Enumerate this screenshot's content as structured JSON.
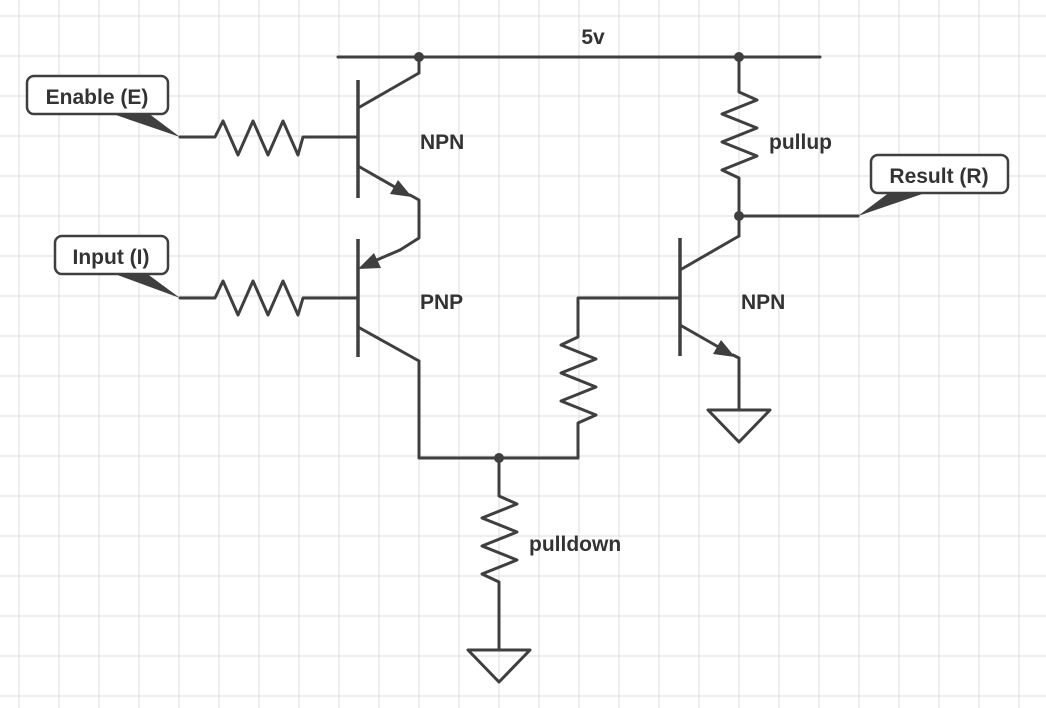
{
  "supply": {
    "label": "5v"
  },
  "tags": {
    "enable": "Enable (E)",
    "input": "Input (I)",
    "result": "Result (R)"
  },
  "transistors": {
    "top": "NPN",
    "bottom": "PNP",
    "output": "NPN"
  },
  "resistors": {
    "pullup": "pullup",
    "pulldown": "pulldown"
  },
  "colors": {
    "wire": "#3f3f3f",
    "grid": "#dcdcdc",
    "background": "#ffffff"
  }
}
